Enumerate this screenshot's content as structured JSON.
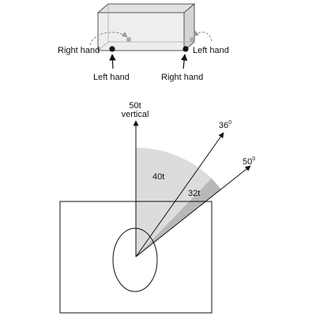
{
  "colors": {
    "line": "#111111",
    "box_fill": "#eeeeee",
    "box_top": "#e2e2e2",
    "box_side": "#d4d4d4",
    "wedge_light": "#dcdcdc",
    "wedge_dark": "#b8b8b8",
    "dashed_arrow": "#999999",
    "ghost_dot": "#aaaaaa"
  },
  "top_figure": {
    "labels": {
      "right_hand_left": "Right hand",
      "left_hand_right": "Left hand",
      "left_hand_bottom": "Left hand",
      "right_hand_bottom": "Right hand"
    }
  },
  "bottom_figure": {
    "vertical_label_1": "50t",
    "vertical_label_2": "vertical",
    "arrow_36_label": "36",
    "arrow_50_label": "50",
    "degree_mark": "0",
    "wedge_40_label": "40t",
    "wedge_32_label": "32t"
  }
}
